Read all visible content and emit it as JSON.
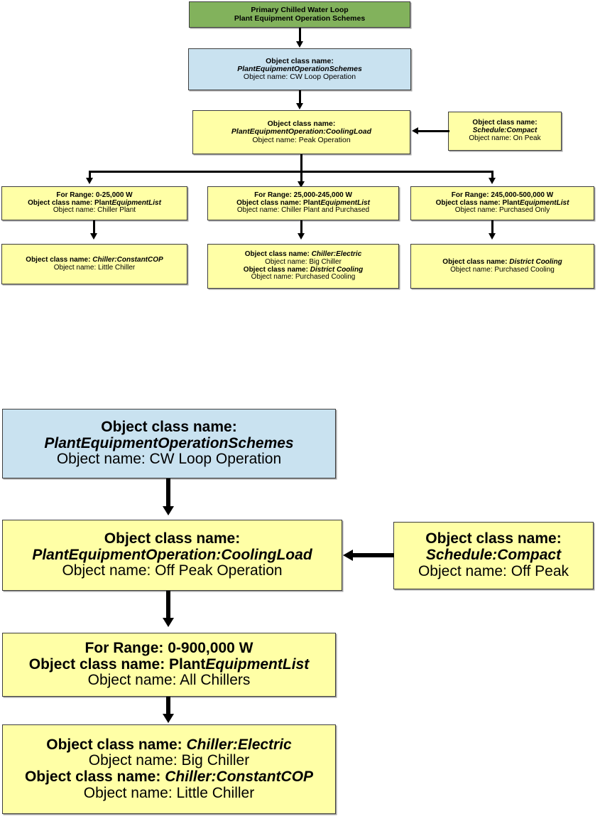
{
  "diagram": {
    "title": "Plant Equipment Operation Schemes",
    "colors": {
      "header_green": "#82b25c",
      "scheme_blue": "#c9e2f0",
      "object_yellow": "#ffffa6",
      "border": "#3d3d3d",
      "connector": "#000000"
    }
  },
  "top_diagram": {
    "header": {
      "line1": "Primary Chilled Water Loop",
      "line2": "Plant Equipment Operation Schemes"
    },
    "scheme": {
      "label": "Object class name:",
      "class": "PlantEquipmentOperationSchemes",
      "object": "Object name: CW Loop Operation"
    },
    "operation": {
      "label": "Object class name:",
      "class": "PlantEquipmentOperation:CoolingLoad",
      "object": "Object name: Peak Operation"
    },
    "schedule": {
      "label": "Object class name:",
      "class": "Schedule:Compact",
      "object": "Object name: On Peak"
    },
    "ranges": [
      {
        "range": "For Range: 0-25,000 W",
        "class_prefix": "Object class name: Plant",
        "class_italic": "EquipmentList",
        "object": "Object name: Chiller Plant"
      },
      {
        "range": "For Range: 25,000-245,000 W",
        "class_prefix": "Object class name: Plant",
        "class_italic": "EquipmentList",
        "object": "Object name: Chiller Plant and Purchased"
      },
      {
        "range": "For Range: 245,000-500,000 W",
        "class_prefix": "Object class name: Plant",
        "class_italic": "EquipmentList",
        "object": "Object name: Purchased Only"
      }
    ],
    "equipment": [
      {
        "entries": [
          {
            "label": "Object class name:",
            "class": "Chiller:ConstantCOP",
            "object": "Object name: Little Chiller"
          }
        ]
      },
      {
        "entries": [
          {
            "label": "Object class name:",
            "class": "Chiller:Electric",
            "object": "Object name: Big Chiller"
          },
          {
            "label": "Object class name:",
            "class": "District Cooling",
            "object": "Object name: Purchased Cooling"
          }
        ]
      },
      {
        "entries": [
          {
            "label": "Object class name:",
            "class": "District Cooling",
            "object": "Object name: Purchased Cooling"
          }
        ]
      }
    ]
  },
  "bottom_diagram": {
    "scheme": {
      "label": "Object class name:",
      "class": "PlantEquipmentOperationSchemes",
      "object": "Object name: CW Loop Operation"
    },
    "operation": {
      "label": "Object class name:",
      "class": "PlantEquipmentOperation:CoolingLoad",
      "object": "Object name: Off Peak Operation"
    },
    "schedule": {
      "label": "Object class name:",
      "class": "Schedule:Compact",
      "object": "Object name: Off Peak"
    },
    "range": {
      "range": "For Range: 0-900,000 W",
      "class_prefix": "Object class name: Plant",
      "class_italic": "EquipmentList",
      "object": "Object name: All Chillers"
    },
    "equipment": {
      "entries": [
        {
          "label": "Object class name:",
          "class": "Chiller:Electric",
          "object": "Object name: Big Chiller"
        },
        {
          "label": "Object class name:",
          "class": "Chiller:ConstantCOP",
          "object": "Object name: Little Chiller"
        }
      ]
    }
  }
}
